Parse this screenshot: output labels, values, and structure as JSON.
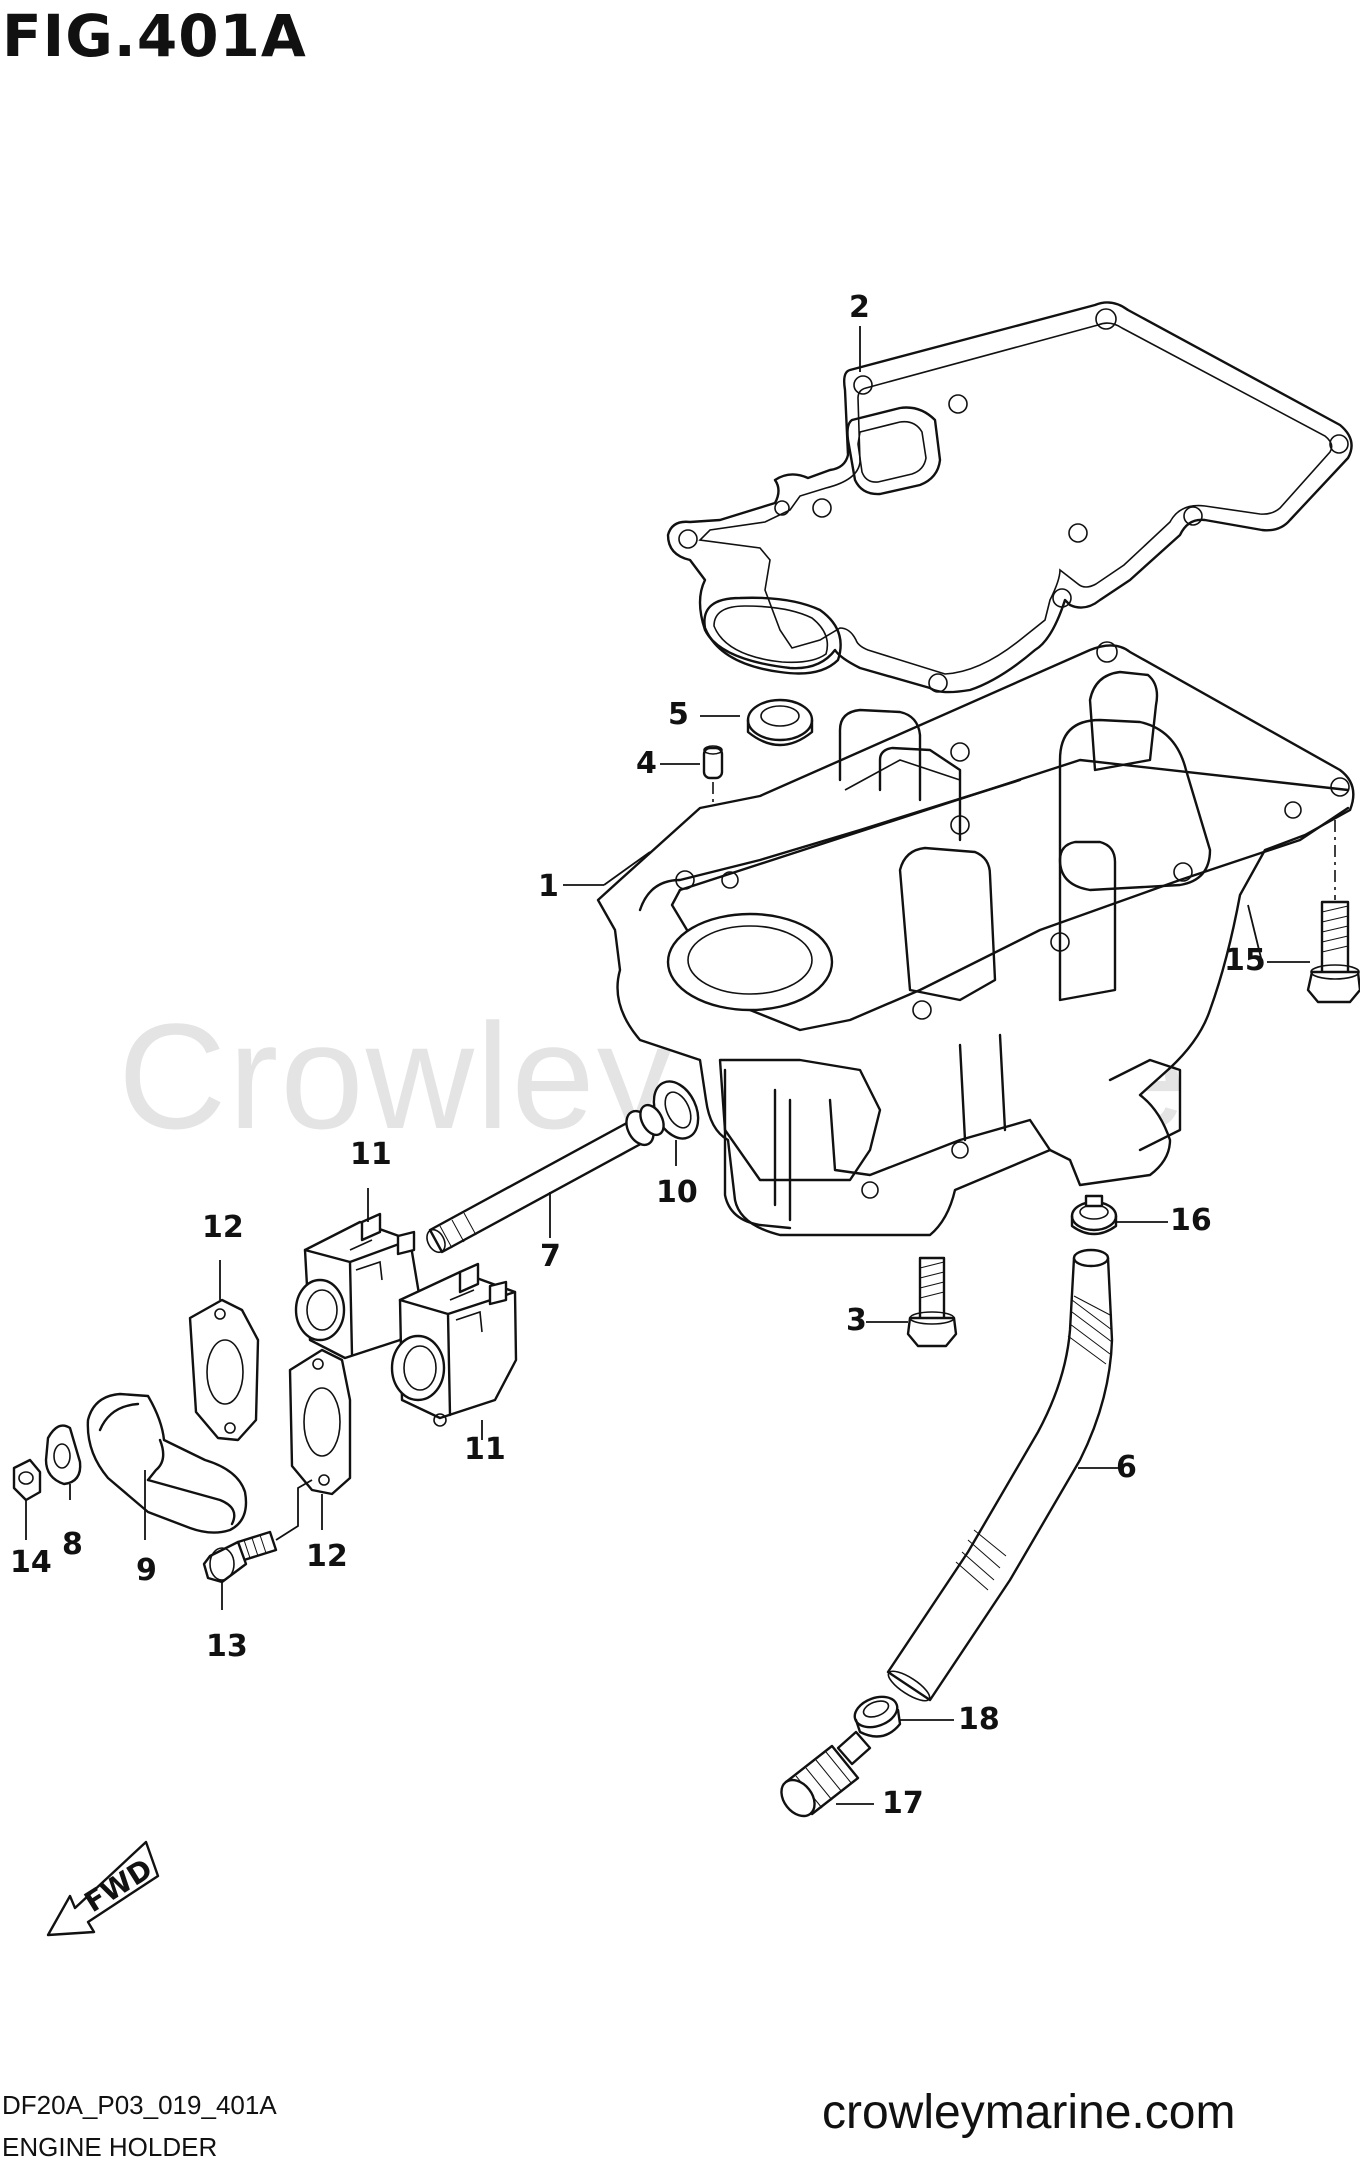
{
  "figure": {
    "title": "FIG.401A",
    "code": "DF20A_P03_019_401A",
    "name": "ENGINE HOLDER"
  },
  "brand": {
    "website": "crowleymarine.com",
    "watermark": "Crowley Marine"
  },
  "direction_marker": {
    "label": "FWD"
  },
  "callouts": [
    {
      "id": "c1",
      "label": "1"
    },
    {
      "id": "c2",
      "label": "2"
    },
    {
      "id": "c3",
      "label": "3"
    },
    {
      "id": "c4",
      "label": "4"
    },
    {
      "id": "c5",
      "label": "5"
    },
    {
      "id": "c6",
      "label": "6"
    },
    {
      "id": "c7",
      "label": "7"
    },
    {
      "id": "c8",
      "label": "8"
    },
    {
      "id": "c9",
      "label": "9"
    },
    {
      "id": "c10",
      "label": "10"
    },
    {
      "id": "c11a",
      "label": "11"
    },
    {
      "id": "c11b",
      "label": "11"
    },
    {
      "id": "c12a",
      "label": "12"
    },
    {
      "id": "c12b",
      "label": "12"
    },
    {
      "id": "c13",
      "label": "13"
    },
    {
      "id": "c14",
      "label": "14"
    },
    {
      "id": "c15",
      "label": "15"
    },
    {
      "id": "c16",
      "label": "16"
    },
    {
      "id": "c17",
      "label": "17"
    },
    {
      "id": "c18",
      "label": "18"
    }
  ]
}
